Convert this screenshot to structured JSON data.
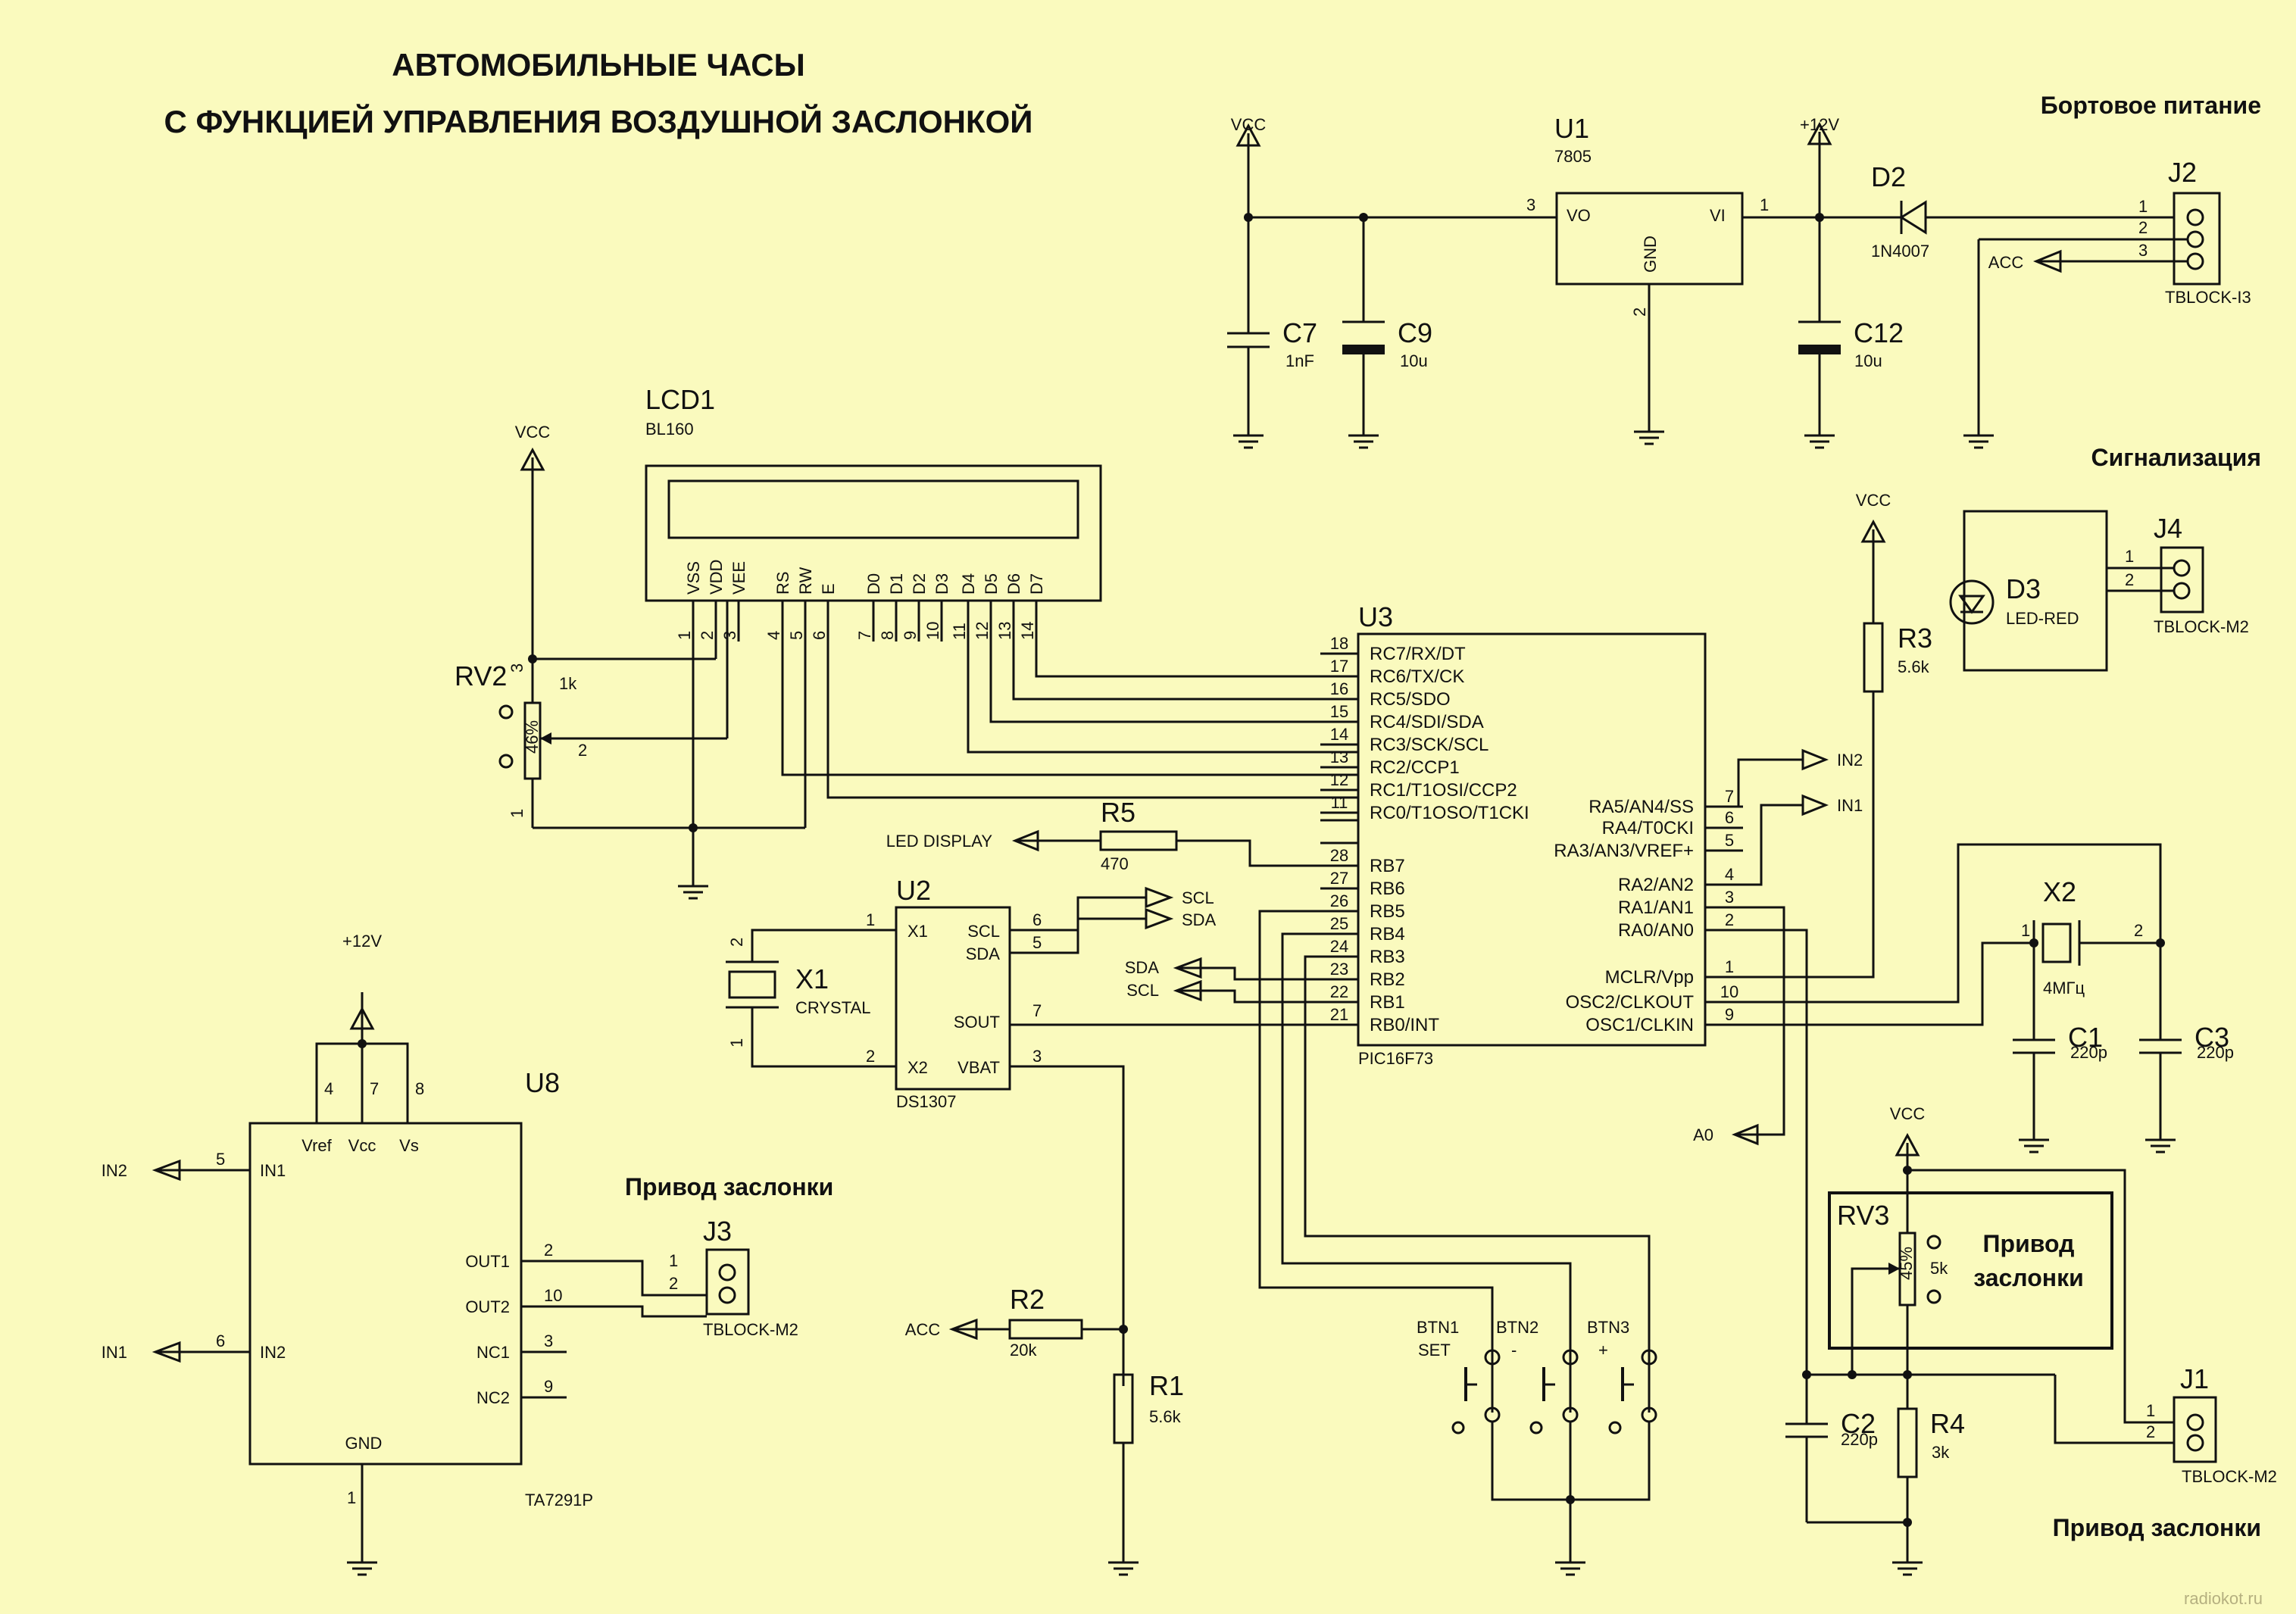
{
  "title": {
    "line1": "АВТОМОБИЛЬНЫЕ ЧАСЫ",
    "line2": "С ФУНКЦИЕЙ УПРАВЛЕНИЯ ВОЗДУШНОЙ ЗАСЛОНКОЙ"
  },
  "sections": {
    "power": "Бортовое питание",
    "alarm": "Сигнализация",
    "damper_drive": "Привод заслонки",
    "damper_drive_box_line1": "Привод",
    "damper_drive_box_line2": "заслонки"
  },
  "nets": {
    "vcc": "VCC",
    "p12": "+12V",
    "acc": "ACC",
    "in1": "IN1",
    "in2": "IN2",
    "sda": "SDA",
    "scl": "SCL",
    "a0": "A0",
    "led_display": "LED DISPLAY"
  },
  "components": {
    "u1": {
      "ref": "U1",
      "value": "7805",
      "pins": {
        "vo": "VO",
        "vi": "VI",
        "gnd": "GND"
      },
      "pin_numbers": [
        "3",
        "1",
        "2"
      ]
    },
    "d2": {
      "ref": "D2",
      "value": "1N4007"
    },
    "j2": {
      "ref": "J2",
      "value": "TBLOCK-I3",
      "pin_numbers": [
        "1",
        "2",
        "3"
      ]
    },
    "c7": {
      "ref": "C7",
      "value": "1nF"
    },
    "c9": {
      "ref": "C9",
      "value": "10u"
    },
    "c12": {
      "ref": "C12",
      "value": "10u"
    },
    "lcd1": {
      "ref": "LCD1",
      "value": "BL160",
      "pins": [
        "VSS",
        "VDD",
        "VEE",
        "RS",
        "RW",
        "E",
        "D0",
        "D1",
        "D2",
        "D3",
        "D4",
        "D5",
        "D6",
        "D7"
      ],
      "pin_numbers": [
        "1",
        "2",
        "3",
        "4",
        "5",
        "6",
        "7",
        "8",
        "9",
        "10",
        "11",
        "12",
        "13",
        "14"
      ]
    },
    "rv2": {
      "ref": "RV2",
      "value": "1k",
      "percent": "46%",
      "pin_numbers": [
        "3",
        "2",
        "1"
      ]
    },
    "u3": {
      "ref": "U3",
      "value": "PIC16F73",
      "left_pins": [
        {
          "num": "18",
          "name": "RC7/RX/DT"
        },
        {
          "num": "17",
          "name": "RC6/TX/CK"
        },
        {
          "num": "16",
          "name": "RC5/SDO"
        },
        {
          "num": "15",
          "name": "RC4/SDI/SDA"
        },
        {
          "num": "14",
          "name": "RC3/SCK/SCL"
        },
        {
          "num": "13",
          "name": "RC2/CCP1"
        },
        {
          "num": "12",
          "name": "RC1/T1OSI/CCP2"
        },
        {
          "num": "11",
          "name": "RC0/T1OSO/T1CKI"
        },
        {
          "num": "28",
          "name": "RB7"
        },
        {
          "num": "27",
          "name": "RB6"
        },
        {
          "num": "26",
          "name": "RB5"
        },
        {
          "num": "25",
          "name": "RB4"
        },
        {
          "num": "24",
          "name": "RB3"
        },
        {
          "num": "23",
          "name": "RB2"
        },
        {
          "num": "22",
          "name": "RB1"
        },
        {
          "num": "21",
          "name": "RB0/INT"
        }
      ],
      "right_pins": [
        {
          "num": "7",
          "name": "RA5/AN4/SS"
        },
        {
          "num": "6",
          "name": "RA4/T0CKI"
        },
        {
          "num": "5",
          "name": "RA3/AN3/VREF+"
        },
        {
          "num": "4",
          "name": "RA2/AN2"
        },
        {
          "num": "3",
          "name": "RA1/AN1"
        },
        {
          "num": "2",
          "name": "RA0/AN0"
        },
        {
          "num": "1",
          "name": "MCLR/Vpp"
        },
        {
          "num": "10",
          "name": "OSC2/CLKOUT"
        },
        {
          "num": "9",
          "name": "OSC1/CLKIN"
        }
      ]
    },
    "r3": {
      "ref": "R3",
      "value": "5.6k"
    },
    "d3": {
      "ref": "D3",
      "value": "LED-RED"
    },
    "j4": {
      "ref": "J4",
      "value": "TBLOCK-M2",
      "pin_numbers": [
        "1",
        "2"
      ]
    },
    "r5": {
      "ref": "R5",
      "value": "470"
    },
    "u2": {
      "ref": "U2",
      "value": "DS1307",
      "pins": {
        "x1": "X1",
        "x2": "X2",
        "scl": "SCL",
        "sda": "SDA",
        "sout": "SOUT",
        "vbat": "VBAT"
      },
      "pin_numbers": {
        "x1": "1",
        "x2": "2",
        "scl": "6",
        "sda": "5",
        "sout": "7",
        "vbat": "3"
      }
    },
    "x1": {
      "ref": "X1",
      "value": "CRYSTAL",
      "pin_numbers": [
        "2",
        "1"
      ]
    },
    "x2": {
      "ref": "X2",
      "value": "4МГц",
      "pin_numbers": [
        "1",
        "2"
      ]
    },
    "c1": {
      "ref": "C1",
      "value": "220p"
    },
    "c3": {
      "ref": "C3",
      "value": "220p"
    },
    "u8": {
      "ref": "U8",
      "value": "TA7291P",
      "pins": {
        "vref": "Vref",
        "vcc": "Vcc",
        "vs": "Vs",
        "in1": "IN1",
        "in2": "IN2",
        "out1": "OUT1",
        "out2": "OUT2",
        "nc1": "NC1",
        "nc2": "NC2",
        "gnd": "GND"
      },
      "pin_numbers": {
        "vref": "4",
        "vcc": "7",
        "vs": "8",
        "in1": "5",
        "in2": "6",
        "out1": "2",
        "out2": "10",
        "nc1": "3",
        "nc2": "9",
        "gnd": "1"
      }
    },
    "j3": {
      "ref": "J3",
      "value": "TBLOCK-M2",
      "pin_numbers": [
        "1",
        "2"
      ]
    },
    "r2": {
      "ref": "R2",
      "value": "20k"
    },
    "r1": {
      "ref": "R1",
      "value": "5.6k"
    },
    "btn1": {
      "ref": "BTN1",
      "label": "SET"
    },
    "btn2": {
      "ref": "BTN2",
      "label": "-"
    },
    "btn3": {
      "ref": "BTN3",
      "label": "+"
    },
    "rv3": {
      "ref": "RV3",
      "value": "5k",
      "percent": "45%"
    },
    "c2": {
      "ref": "C2",
      "value": "220p"
    },
    "r4": {
      "ref": "R4",
      "value": "3k"
    },
    "j1": {
      "ref": "J1",
      "value": "TBLOCK-M2",
      "pin_numbers": [
        "1",
        "2"
      ]
    }
  },
  "watermark": {
    "text": "radiokot.ru"
  }
}
